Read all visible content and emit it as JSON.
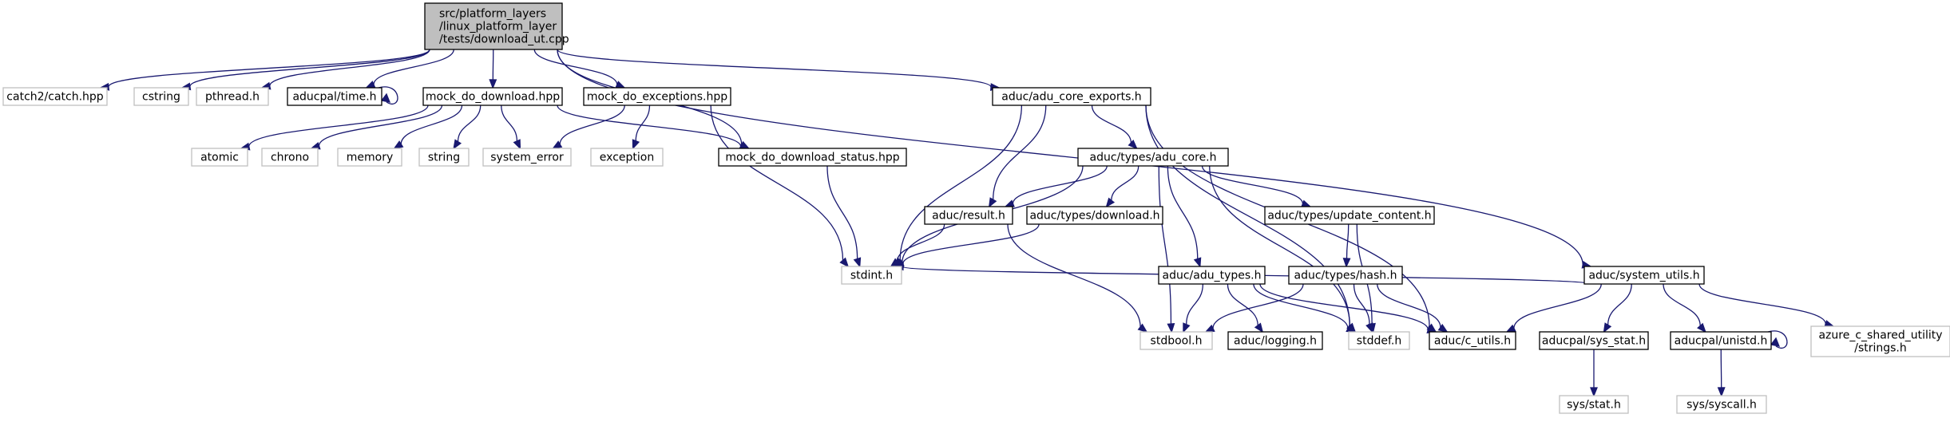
{
  "colors": {
    "edge": "#191970",
    "main_node_fill": "#bfbfbf",
    "node_border": "#000000",
    "system_node_border": "#bfbfbf"
  },
  "nodes": [
    {
      "id": "root",
      "kind": "main",
      "lines": [
        "src/platform_layers",
        "/linux_platform_layer",
        "/tests/download_ut.cpp"
      ]
    },
    {
      "id": "catch",
      "kind": "system",
      "lines": [
        "catch2/catch.hpp"
      ]
    },
    {
      "id": "cstring",
      "kind": "system",
      "lines": [
        "cstring"
      ]
    },
    {
      "id": "pthread",
      "kind": "system",
      "lines": [
        "pthread.h"
      ]
    },
    {
      "id": "aducpal_time",
      "kind": "ref",
      "lines": [
        "aducpal/time.h"
      ]
    },
    {
      "id": "mock_do_download",
      "kind": "ref",
      "lines": [
        "mock_do_download.hpp"
      ]
    },
    {
      "id": "mock_do_exceptions",
      "kind": "ref",
      "lines": [
        "mock_do_exceptions.hpp"
      ]
    },
    {
      "id": "adu_core_exports",
      "kind": "ref",
      "lines": [
        "aduc/adu_core_exports.h"
      ]
    },
    {
      "id": "atomic",
      "kind": "system",
      "lines": [
        "atomic"
      ]
    },
    {
      "id": "chrono",
      "kind": "system",
      "lines": [
        "chrono"
      ]
    },
    {
      "id": "memory",
      "kind": "system",
      "lines": [
        "memory"
      ]
    },
    {
      "id": "string",
      "kind": "system",
      "lines": [
        "string"
      ]
    },
    {
      "id": "system_error",
      "kind": "system",
      "lines": [
        "system_error"
      ]
    },
    {
      "id": "exception",
      "kind": "system",
      "lines": [
        "exception"
      ]
    },
    {
      "id": "mock_do_download_status",
      "kind": "ref",
      "lines": [
        "mock_do_download_status.hpp"
      ]
    },
    {
      "id": "adu_core",
      "kind": "ref",
      "lines": [
        "aduc/types/adu_core.h"
      ]
    },
    {
      "id": "result",
      "kind": "ref",
      "lines": [
        "aduc/result.h"
      ]
    },
    {
      "id": "download_h",
      "kind": "ref",
      "lines": [
        "aduc/types/download.h"
      ]
    },
    {
      "id": "update_content",
      "kind": "ref",
      "lines": [
        "aduc/types/update_content.h"
      ]
    },
    {
      "id": "stdint",
      "kind": "system",
      "lines": [
        "stdint.h"
      ]
    },
    {
      "id": "adu_types",
      "kind": "ref",
      "lines": [
        "aduc/adu_types.h"
      ]
    },
    {
      "id": "hash",
      "kind": "ref",
      "lines": [
        "aduc/types/hash.h"
      ]
    },
    {
      "id": "system_utils",
      "kind": "ref",
      "lines": [
        "aduc/system_utils.h"
      ]
    },
    {
      "id": "stdbool",
      "kind": "system",
      "lines": [
        "stdbool.h"
      ]
    },
    {
      "id": "logging",
      "kind": "ref",
      "lines": [
        "aduc/logging.h"
      ]
    },
    {
      "id": "stddef",
      "kind": "system",
      "lines": [
        "stddef.h"
      ]
    },
    {
      "id": "c_utils",
      "kind": "ref",
      "lines": [
        "aduc/c_utils.h"
      ]
    },
    {
      "id": "sys_stat",
      "kind": "ref",
      "lines": [
        "aducpal/sys_stat.h"
      ]
    },
    {
      "id": "unistd",
      "kind": "ref",
      "lines": [
        "aducpal/unistd.h"
      ]
    },
    {
      "id": "azure_strings",
      "kind": "system",
      "lines": [
        "azure_c_shared_utility",
        "/strings.h"
      ]
    },
    {
      "id": "sys_stat_h",
      "kind": "system",
      "lines": [
        "sys/stat.h"
      ]
    },
    {
      "id": "sys_syscall",
      "kind": "system",
      "lines": [
        "sys/syscall.h"
      ]
    }
  ],
  "edges": [
    [
      "root",
      "catch"
    ],
    [
      "root",
      "cstring"
    ],
    [
      "root",
      "pthread"
    ],
    [
      "root",
      "aducpal_time"
    ],
    [
      "root",
      "mock_do_download"
    ],
    [
      "root",
      "mock_do_exceptions"
    ],
    [
      "root",
      "adu_core_exports"
    ],
    [
      "root",
      "mock_do_download_status"
    ],
    [
      "root",
      "system_utils"
    ],
    [
      "aducpal_time",
      "aducpal_time"
    ],
    [
      "mock_do_download",
      "atomic"
    ],
    [
      "mock_do_download",
      "chrono"
    ],
    [
      "mock_do_download",
      "memory"
    ],
    [
      "mock_do_download",
      "string"
    ],
    [
      "mock_do_download",
      "system_error"
    ],
    [
      "mock_do_download",
      "mock_do_download_status"
    ],
    [
      "mock_do_exceptions",
      "system_error"
    ],
    [
      "mock_do_exceptions",
      "exception"
    ],
    [
      "mock_do_exceptions",
      "stdint"
    ],
    [
      "mock_do_download_status",
      "stdint"
    ],
    [
      "adu_core_exports",
      "adu_core"
    ],
    [
      "adu_core_exports",
      "result"
    ],
    [
      "adu_core_exports",
      "stdint"
    ],
    [
      "adu_core_exports",
      "stddef"
    ],
    [
      "adu_core_exports",
      "c_utils"
    ],
    [
      "adu_core",
      "result"
    ],
    [
      "adu_core",
      "download_h"
    ],
    [
      "adu_core",
      "update_content"
    ],
    [
      "adu_core",
      "stdint"
    ],
    [
      "adu_core",
      "adu_types"
    ],
    [
      "adu_core",
      "stdbool"
    ],
    [
      "adu_core",
      "stddef"
    ],
    [
      "result",
      "stdint"
    ],
    [
      "result",
      "stdbool"
    ],
    [
      "download_h",
      "stdint"
    ],
    [
      "update_content",
      "hash"
    ],
    [
      "update_content",
      "stddef"
    ],
    [
      "adu_types",
      "stdbool"
    ],
    [
      "adu_types",
      "logging"
    ],
    [
      "adu_types",
      "stddef"
    ],
    [
      "adu_types",
      "c_utils"
    ],
    [
      "hash",
      "stdbool"
    ],
    [
      "hash",
      "stddef"
    ],
    [
      "hash",
      "c_utils"
    ],
    [
      "system_utils",
      "stdint"
    ],
    [
      "system_utils",
      "c_utils"
    ],
    [
      "system_utils",
      "sys_stat"
    ],
    [
      "system_utils",
      "unistd"
    ],
    [
      "system_utils",
      "azure_strings"
    ],
    [
      "sys_stat",
      "sys_stat_h"
    ],
    [
      "unistd",
      "unistd"
    ],
    [
      "unistd",
      "sys_syscall"
    ]
  ]
}
